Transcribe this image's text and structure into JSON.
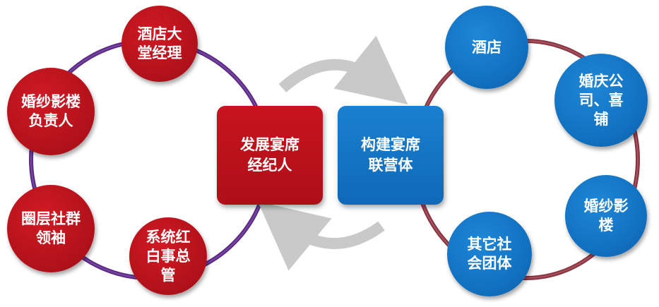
{
  "left_ring": {
    "color": "#5b2a86",
    "nodes": [
      "酒店大\n堂经理",
      "婚纱影楼\n负责人",
      "圈层社群\n领袖",
      "系统红\n白事总\n管"
    ]
  },
  "right_ring": {
    "color": "#8a3340",
    "nodes": [
      "酒店",
      "婚庆公\n司、喜\n铺",
      "婚纱影\n楼",
      "其它社\n会团体"
    ]
  },
  "center": {
    "left_box": "发展宴席\n经纪人",
    "right_box": "构建宴席\n联营体"
  },
  "colors": {
    "red": "#b5121b",
    "blue": "#1272c2",
    "arrow": "#c9c9c9"
  }
}
